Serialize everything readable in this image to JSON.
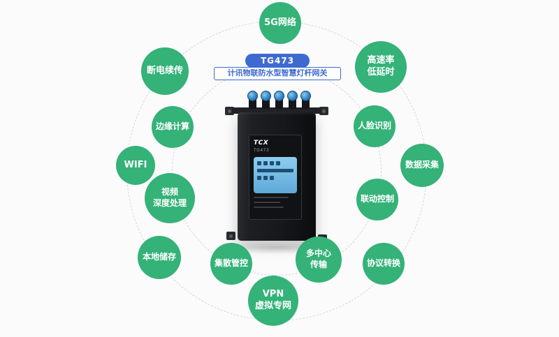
{
  "header": {
    "model": "TG473",
    "product_name": "计讯物联防水型智慧灯杆网关"
  },
  "device": {
    "logo": "TCX",
    "model": "TG473"
  },
  "features": [
    {
      "id": "5g-network",
      "text": "5G网络"
    },
    {
      "id": "high-speed-low-latency",
      "text": "高速率\n低延时"
    },
    {
      "id": "power-off-resume",
      "text": "断电续传"
    },
    {
      "id": "edge-computing",
      "text": "边缘计算"
    },
    {
      "id": "face-recognition",
      "text": "人脸识别"
    },
    {
      "id": "wifi",
      "text": "WIFI"
    },
    {
      "id": "data-collection",
      "text": "数据采集"
    },
    {
      "id": "video-deep-processing",
      "text": "视频\n深度处理"
    },
    {
      "id": "linkage-control",
      "text": "联动控制"
    },
    {
      "id": "local-storage",
      "text": "本地储存"
    },
    {
      "id": "centralized-control",
      "text": "集散管控"
    },
    {
      "id": "multi-center-transmission",
      "text": "多中心\n传输"
    },
    {
      "id": "protocol-conversion",
      "text": "协议转换"
    },
    {
      "id": "vpn-private-network",
      "text": "VPN\n虚拟专网"
    }
  ],
  "colors": {
    "bubble_green": "#34b278",
    "accent_blue": "#3e6ad0",
    "connector_blue": "#4aa3e0",
    "background": "#fbfbfb"
  }
}
